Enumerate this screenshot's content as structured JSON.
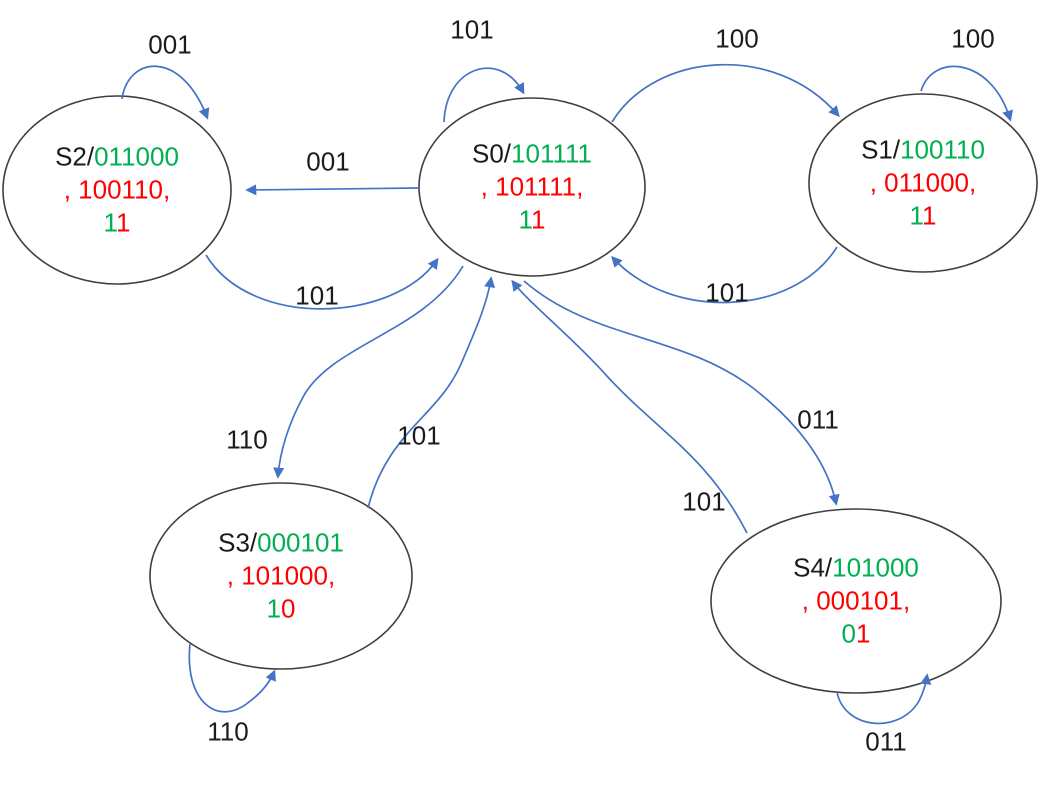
{
  "diagram": {
    "kind": "finite-state-machine",
    "colors": {
      "state_outline": "#3f3f3f",
      "arrow": "#4472C4",
      "text_black": "#1a1a1a",
      "output_green": "#00B050",
      "output_red": "#FF0000"
    },
    "states": [
      {
        "id": "S2",
        "prefix": "S2/",
        "green_value": "011000",
        "red_line": ", 100110,",
        "flag_green": "1",
        "flag_red": "1"
      },
      {
        "id": "S0",
        "prefix": "S0/",
        "green_value": "101111",
        "red_line": ", 101111,",
        "flag_green": "1",
        "flag_red": "1"
      },
      {
        "id": "S1",
        "prefix": "S1/",
        "green_value": "100110",
        "red_line": ", 011000,",
        "flag_green": "1",
        "flag_red": "1"
      },
      {
        "id": "S3",
        "prefix": "S3/",
        "green_value": "000101",
        "red_line": ", 101000,",
        "flag_green": "1",
        "flag_red": "0"
      },
      {
        "id": "S4",
        "prefix": "S4/",
        "green_value": "101000",
        "red_line": ", 000101,",
        "flag_green": "0",
        "flag_red": "1"
      }
    ],
    "edges": [
      {
        "label": "001",
        "from": "S2",
        "to": "S2",
        "kind": "self-loop-top"
      },
      {
        "label": "101",
        "from": "S0",
        "to": "S0",
        "kind": "self-loop-top"
      },
      {
        "label": "100",
        "from": "S0",
        "to": "S1",
        "kind": "arc"
      },
      {
        "label": "100",
        "from": "S1",
        "to": "S1",
        "kind": "self-loop-top"
      },
      {
        "label": "001",
        "from": "S0",
        "to": "S2",
        "kind": "straight"
      },
      {
        "label": "101",
        "from": "S2",
        "to": "S0",
        "kind": "arc-below"
      },
      {
        "label": "101",
        "from": "S1",
        "to": "S0",
        "kind": "arc-below"
      },
      {
        "label": "110",
        "from": "S0",
        "to": "S3",
        "kind": "curve"
      },
      {
        "label": "101",
        "from": "S3",
        "to": "S0",
        "kind": "curve"
      },
      {
        "label": "011",
        "from": "S0",
        "to": "S4",
        "kind": "curve"
      },
      {
        "label": "101",
        "from": "S4",
        "to": "S0",
        "kind": "curve"
      },
      {
        "label": "110",
        "from": "S3",
        "to": "S3",
        "kind": "self-loop-bottom"
      },
      {
        "label": "011",
        "from": "S4",
        "to": "S4",
        "kind": "self-loop-bottom"
      }
    ]
  }
}
